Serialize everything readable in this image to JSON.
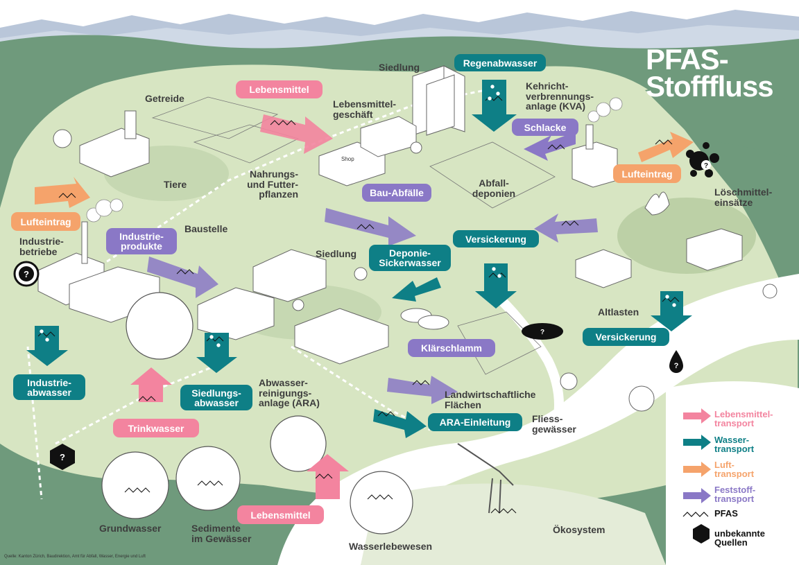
{
  "title": "PFAS-Stofffluss",
  "title_lines": [
    "PFAS-",
    "Stofffluss"
  ],
  "colors": {
    "pink": "#f3849f",
    "teal": "#0e7f86",
    "purple": "#8a78c6",
    "orange": "#f5a36b",
    "land": "#d7e5c2",
    "hill": "#6f9a7c",
    "mountain": "#b9c6d9",
    "water": "#ffffff"
  },
  "labels": {
    "siedlung_top": "Siedlung",
    "getreide": "Getreide",
    "lebensmittelgeschaeft": [
      "Lebensmittel-",
      "geschäft"
    ],
    "kva": [
      "Kehricht-",
      "verbrennungs-",
      "anlage (KVA)"
    ],
    "tiere": "Tiere",
    "nahrungs": [
      "Nahrungs-",
      "und Futter-",
      "pflanzen"
    ],
    "abfalldeponien": [
      "Abfall-",
      "deponien"
    ],
    "loeschmittel": [
      "Löschmittel-",
      "einsätze"
    ],
    "baustelle": "Baustelle",
    "industriebetriebe": [
      "Industrie-",
      "betriebe"
    ],
    "siedlung_mid": "Siedlung",
    "altlasten": "Altlasten",
    "abwasser": [
      "Abwasser-",
      "reinigungs-",
      "anlage (ARA)"
    ],
    "landwirtschaftliche": [
      "Landwirtschaftliche",
      "Flächen"
    ],
    "fliess": [
      "Fliess-",
      "gewässer"
    ],
    "grundwasser": "Grundwasser",
    "sedimente": [
      "Sedimente",
      "im Gewässer"
    ],
    "wasserlebewesen": "Wasserlebewesen",
    "oekosystem": "Ökosystem"
  },
  "pills": {
    "lebensmittel_top": "Lebensmittel",
    "regenabwasser": "Regenabwasser",
    "schlacke": "Schlacke",
    "lufteintrag_right": "Lufteintrag",
    "lufteintrag_left": "Lufteintrag",
    "bau_abfaelle": "Bau-Abfälle",
    "industrieprodukte": [
      "Industrie-",
      "produkte"
    ],
    "versickerung_mid": "Versickerung",
    "deponie": [
      "Deponie-",
      "Sickerwasser"
    ],
    "versickerung_right": "Versickerung",
    "klaerschlamm": "Klärschlamm",
    "industrieabwasser": [
      "Industrie-",
      "abwasser"
    ],
    "siedlungsabwasser": [
      "Siedlungs-",
      "abwasser"
    ],
    "trinkwasser": "Trinkwasser",
    "ara_einleitung": "ARA-Einleitung",
    "lebensmittel_bottom": "Lebensmittel"
  },
  "legend": {
    "lebensmittel": [
      "Lebensmittel-",
      "transport"
    ],
    "wasser": [
      "Wasser-",
      "transport"
    ],
    "luft": [
      "Luft-",
      "transport"
    ],
    "feststoff": [
      "Feststoff-",
      "transport"
    ],
    "pfas": "PFAS",
    "unbekannte": [
      "unbekannte",
      "Quellen"
    ],
    "unknown_symbol": "?"
  },
  "source": "Quelle: Kanton Zürich, Baudirektion, Amt für Abfall, Wasser, Energie und Luft",
  "shop_sign": "Shop",
  "icons": [
    "question-mark-icon",
    "pfas-molecule-icon",
    "flow-arrow-icon",
    "water-drop-icon",
    "fire-icon",
    "smoke-icon"
  ]
}
